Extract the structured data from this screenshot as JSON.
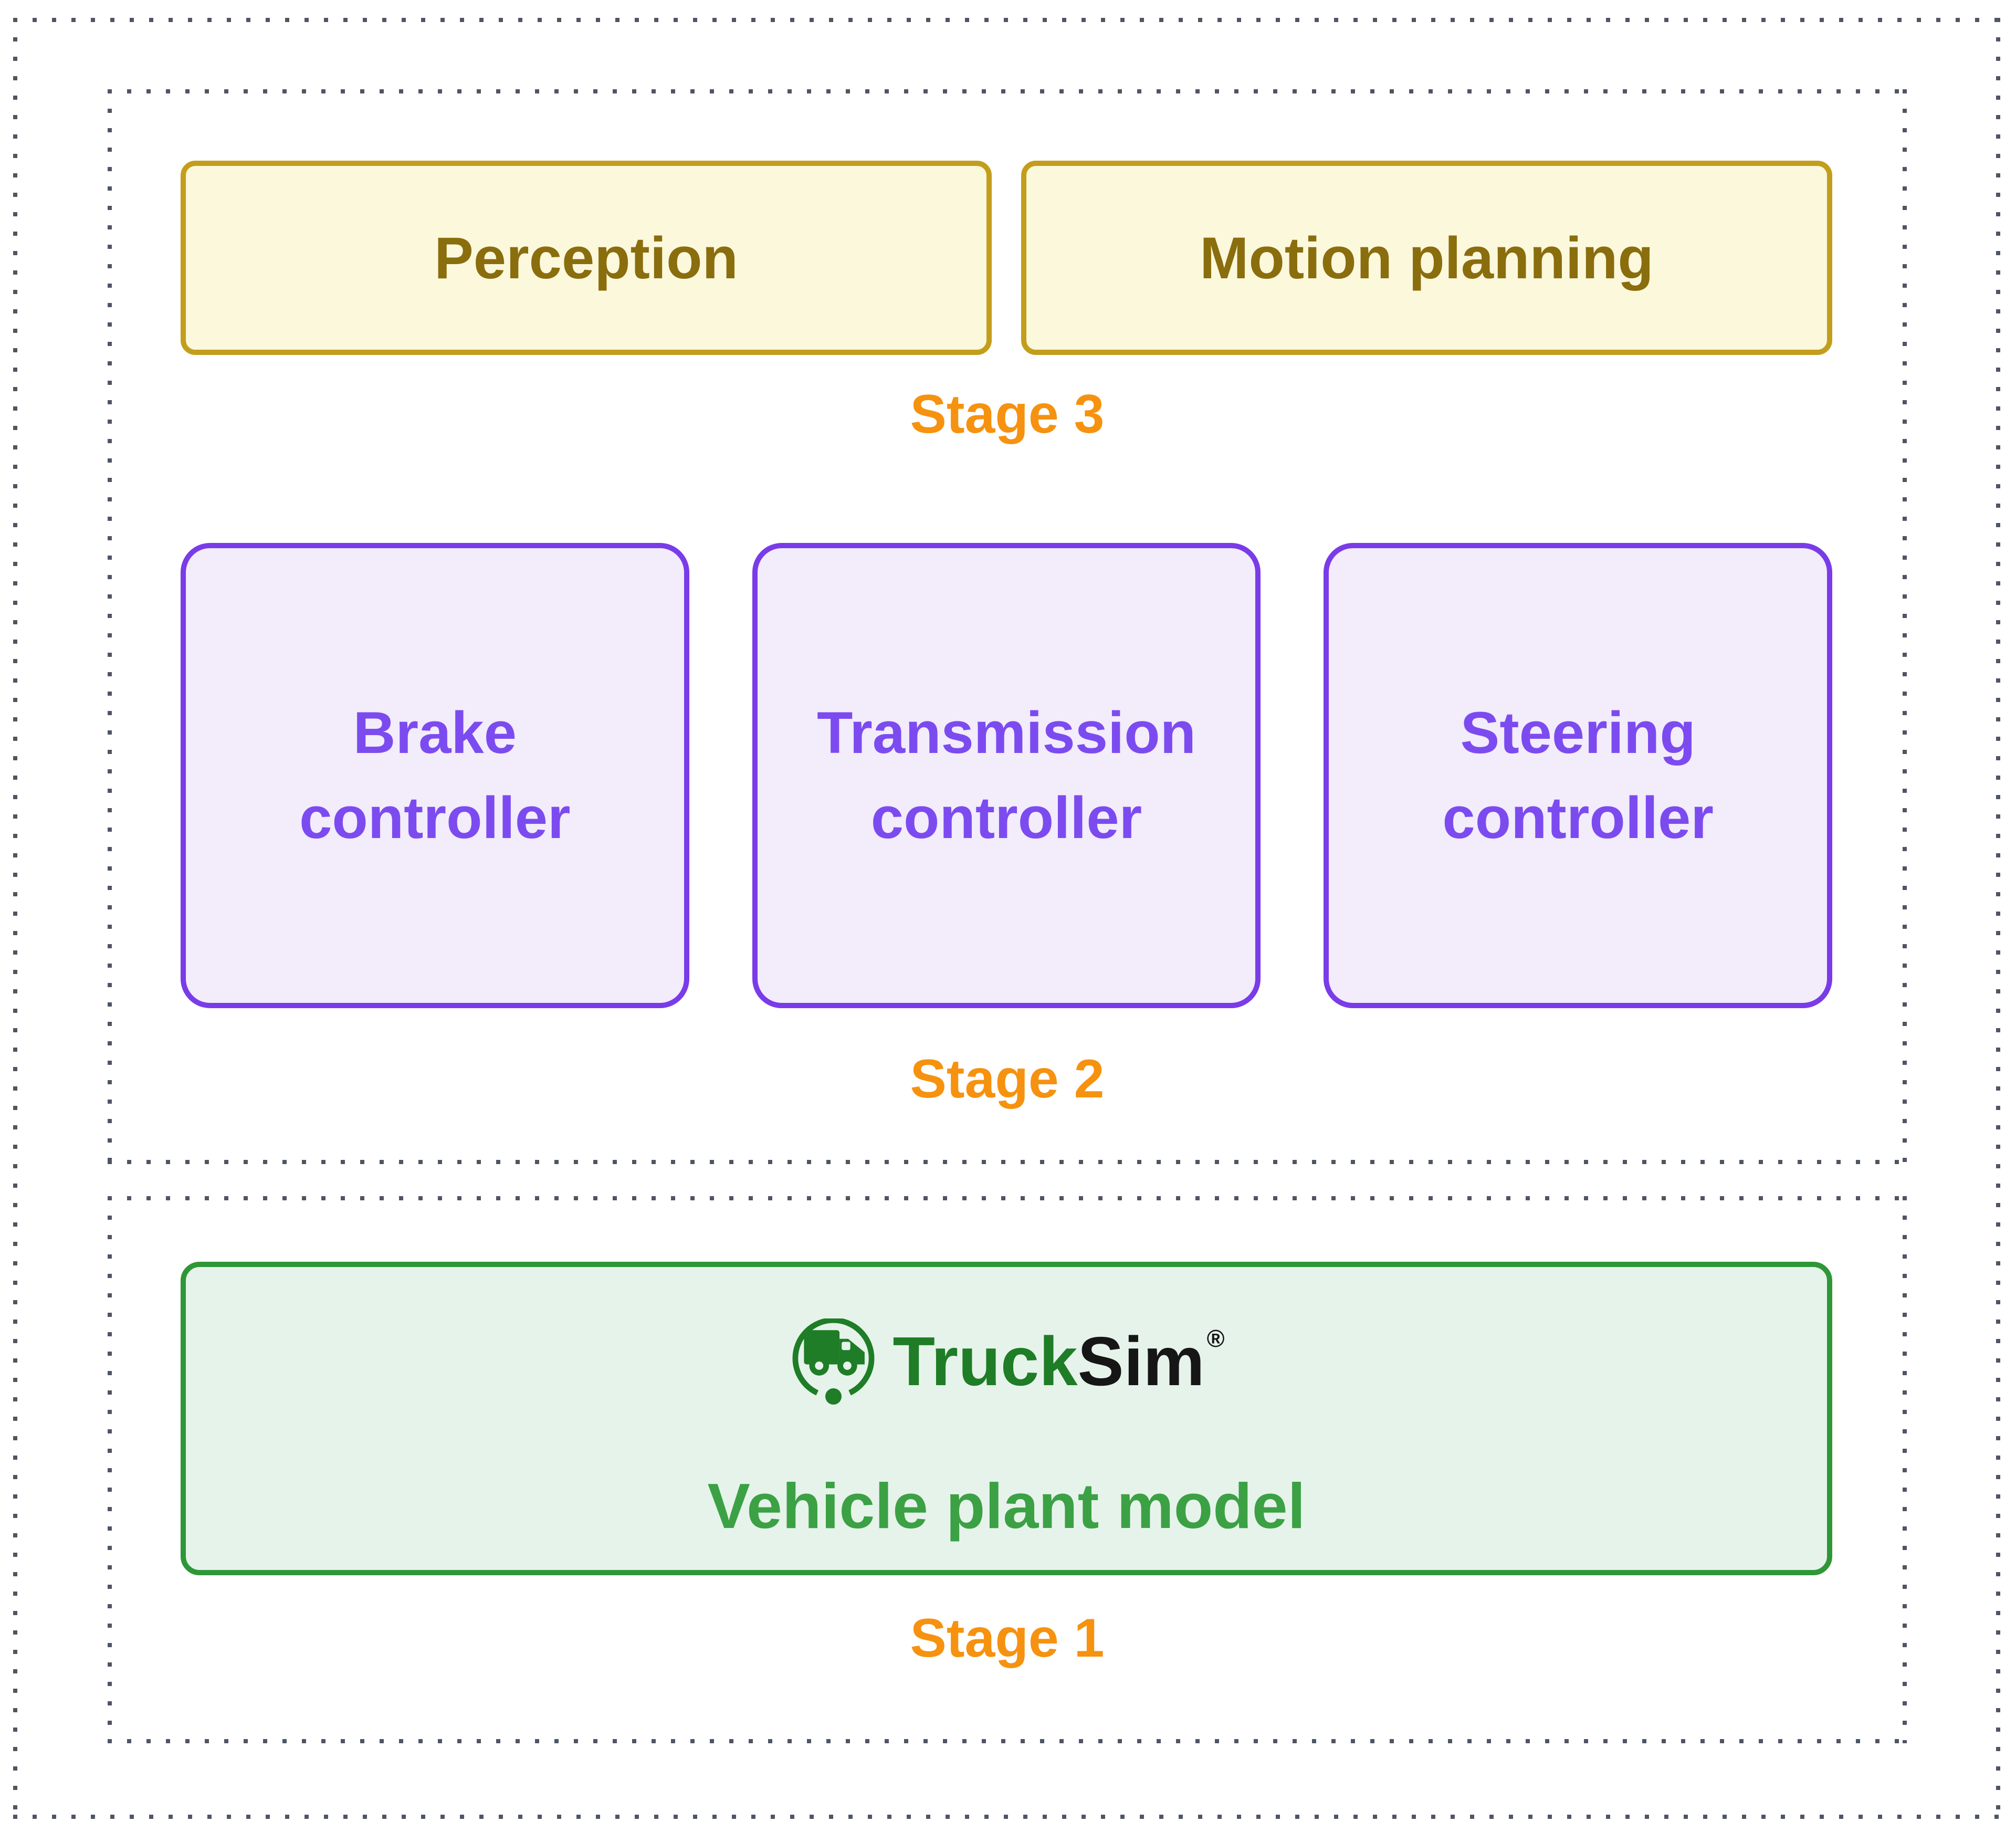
{
  "colors": {
    "dotted_border_gray": "#4e5564",
    "yellow_box_fill": "#FBF8DC",
    "yellow_box_border": "#C39E1C",
    "yellow_box_text": "#8A6D0D",
    "purple_box_fill": "#F2ECFB",
    "purple_box_border": "#7A3BE8",
    "purple_box_text": "#7C4BF0",
    "stage_label_orange": "#F6920F",
    "green_box_fill": "#E6F3EA",
    "green_box_border": "#2E9737",
    "green_title_text": "#3BA144",
    "trucksim_logo_green": "#1E7D26",
    "trucksim_sim_black": "#161616"
  },
  "icons": {
    "trucksim_logo": "truck-in-open-circle-icon"
  },
  "stage3": {
    "label": "Stage 3",
    "boxes": [
      "Perception",
      "Motion planning"
    ]
  },
  "stage2": {
    "label": "Stage 2",
    "boxes": [
      "Brake controller",
      "Transmission controller",
      "Steering controller"
    ]
  },
  "stage1": {
    "label": "Stage 1",
    "box": {
      "brand": {
        "word_truck": "Truck",
        "word_sim": "Sim",
        "registered_mark": "®"
      },
      "title": "Vehicle plant model"
    }
  }
}
